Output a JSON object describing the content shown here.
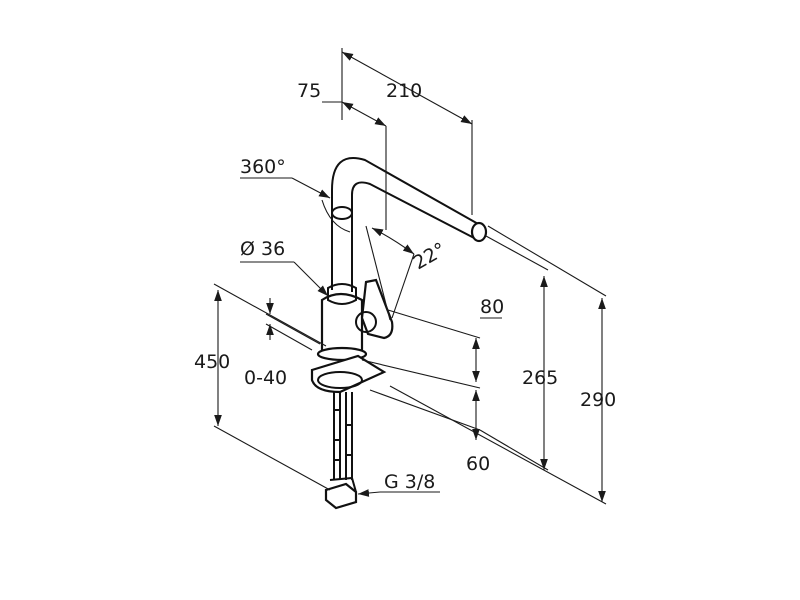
{
  "dimensions": {
    "d75": "75",
    "d210": "210",
    "d360": "360°",
    "d36": "Ø 36",
    "d22": "22°",
    "d80": "80",
    "d265": "265",
    "d290": "290",
    "d450": "450",
    "d0_40": "0-40",
    "d60": "60",
    "g38": "G 3/8"
  },
  "colors": {
    "line": "#1a1a1a",
    "background": "#ffffff"
  }
}
